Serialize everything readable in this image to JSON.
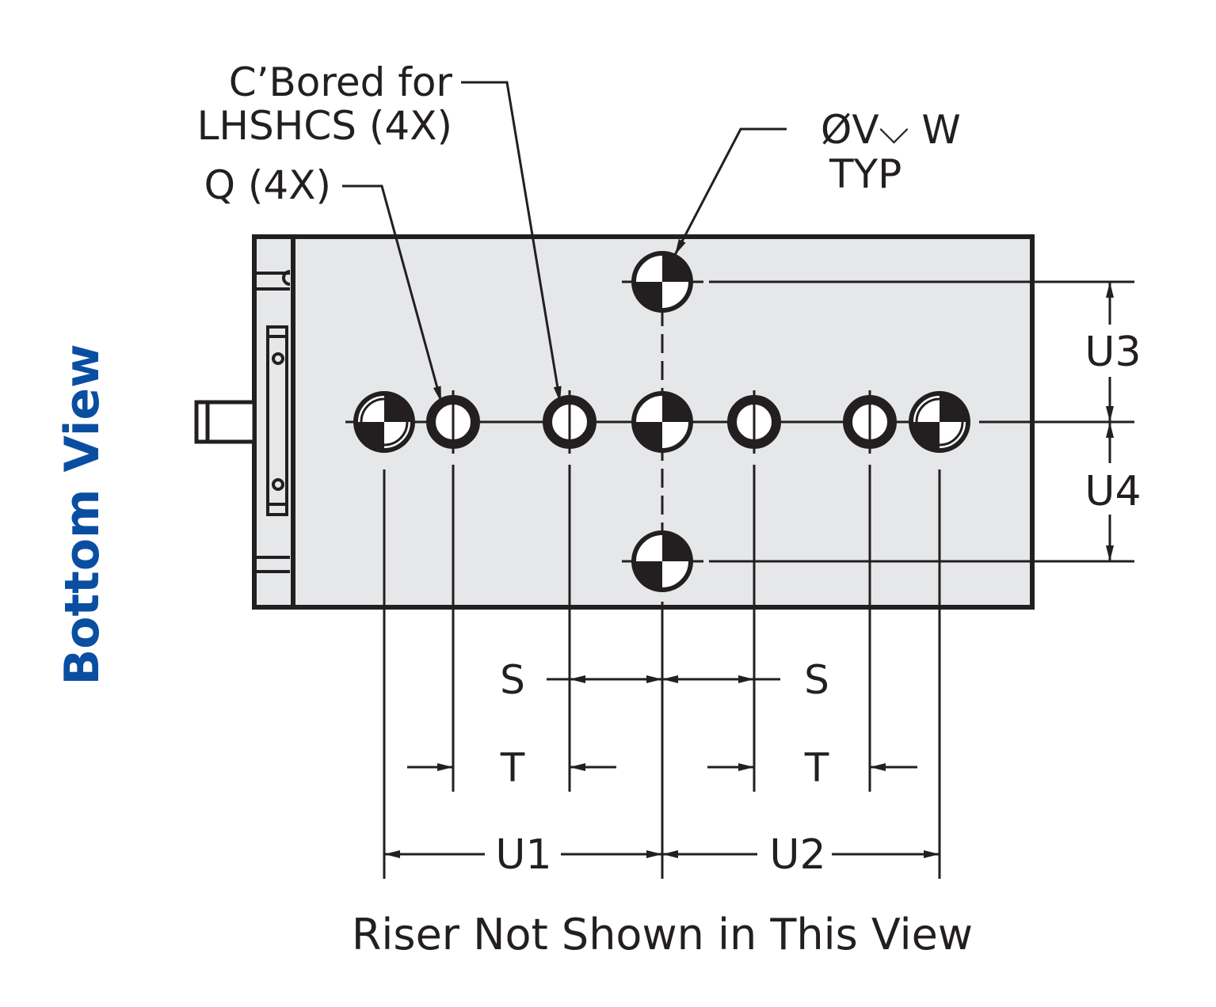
{
  "view_title": "Bottom View",
  "title_color": "#0a4ea2",
  "body_fill_color": "#e6e7e9",
  "line_color": "#231f20",
  "callouts": {
    "cbored_line1": "C’Bored for",
    "cbored_line2": "LHSHCS (4X)",
    "q_label": "Q (4X)",
    "v_line1": "ØV⌵ W",
    "v_line2": "TYP"
  },
  "dimensions": {
    "s_left": "S",
    "s_right": "S",
    "t_left": "T",
    "t_right": "T",
    "u1": "U1",
    "u2": "U2",
    "u3": "U3",
    "u4": "U4"
  },
  "caption": "Riser Not Shown in This View"
}
